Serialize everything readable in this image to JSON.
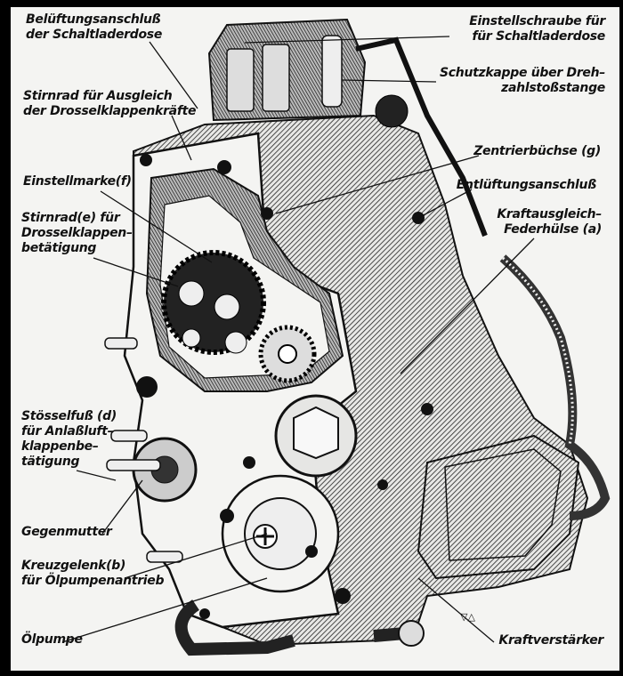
{
  "figure": {
    "subject": "Engine control unit assembly (technical cutaway drawing)",
    "mark": "▽△"
  },
  "labels": {
    "belueftung": [
      "Belüftungsanschluß",
      "der Schaltladerdose"
    ],
    "stirnrad_ausgleich": [
      "Stirnrad für Ausgleich",
      "der Drosselklappenkräfte"
    ],
    "einstellmarke": [
      "Einstellmarke(f)"
    ],
    "stirnrad_e": [
      "Stirnrad(e) für",
      "Drosselklappen–",
      "betätigung"
    ],
    "stoesselfuss": [
      "Stösselfuß (d)",
      "für Anlaßluft–",
      "klappenbe–",
      "tätigung"
    ],
    "gegenmutter": [
      "Gegenmutter"
    ],
    "kreuzgelenk": [
      "Kreuzgelenk(b)",
      "für Ölpumpenantrieb"
    ],
    "oelpumpe": [
      "Ölpumpe"
    ],
    "einstellschraube": [
      "Einstellschraube für",
      "für Schaltladerdose"
    ],
    "schutzkappe": [
      "Schutzkappe über Dreh–",
      "zahlstoßstange"
    ],
    "zentrierbuechse": [
      "Zentrierbüchse (g)"
    ],
    "entlueftung": [
      "Entlüftungsanschluß"
    ],
    "kraftausgleich": [
      "Kraftausgleich–",
      "Federhülse (a)"
    ],
    "kraftverstaerker": [
      "Kraftverstärker"
    ]
  }
}
